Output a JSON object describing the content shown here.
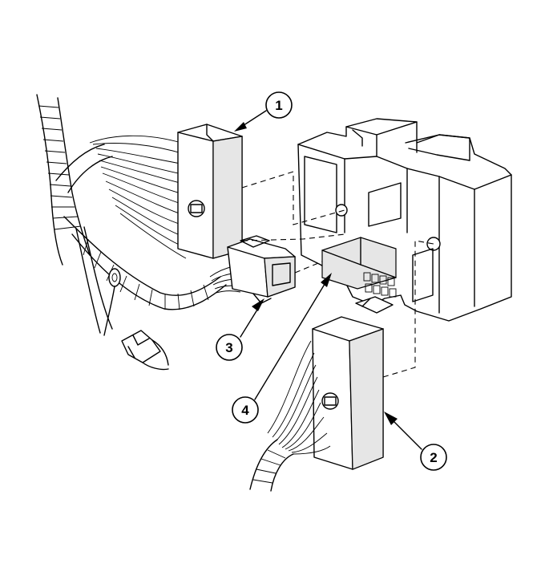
{
  "callouts": [
    {
      "id": "callout-1",
      "label": "1"
    },
    {
      "id": "callout-2",
      "label": "2"
    },
    {
      "id": "callout-3",
      "label": "3"
    },
    {
      "id": "callout-4",
      "label": "4"
    }
  ],
  "components": [
    {
      "name": "wiring-harness",
      "icon": "wire-bundle-icon"
    },
    {
      "name": "connector-1",
      "icon": "connector-icon"
    },
    {
      "name": "connector-2",
      "icon": "connector-icon"
    },
    {
      "name": "connector-3",
      "icon": "connector-icon"
    },
    {
      "name": "junction-block",
      "icon": "fuse-block-icon"
    }
  ]
}
